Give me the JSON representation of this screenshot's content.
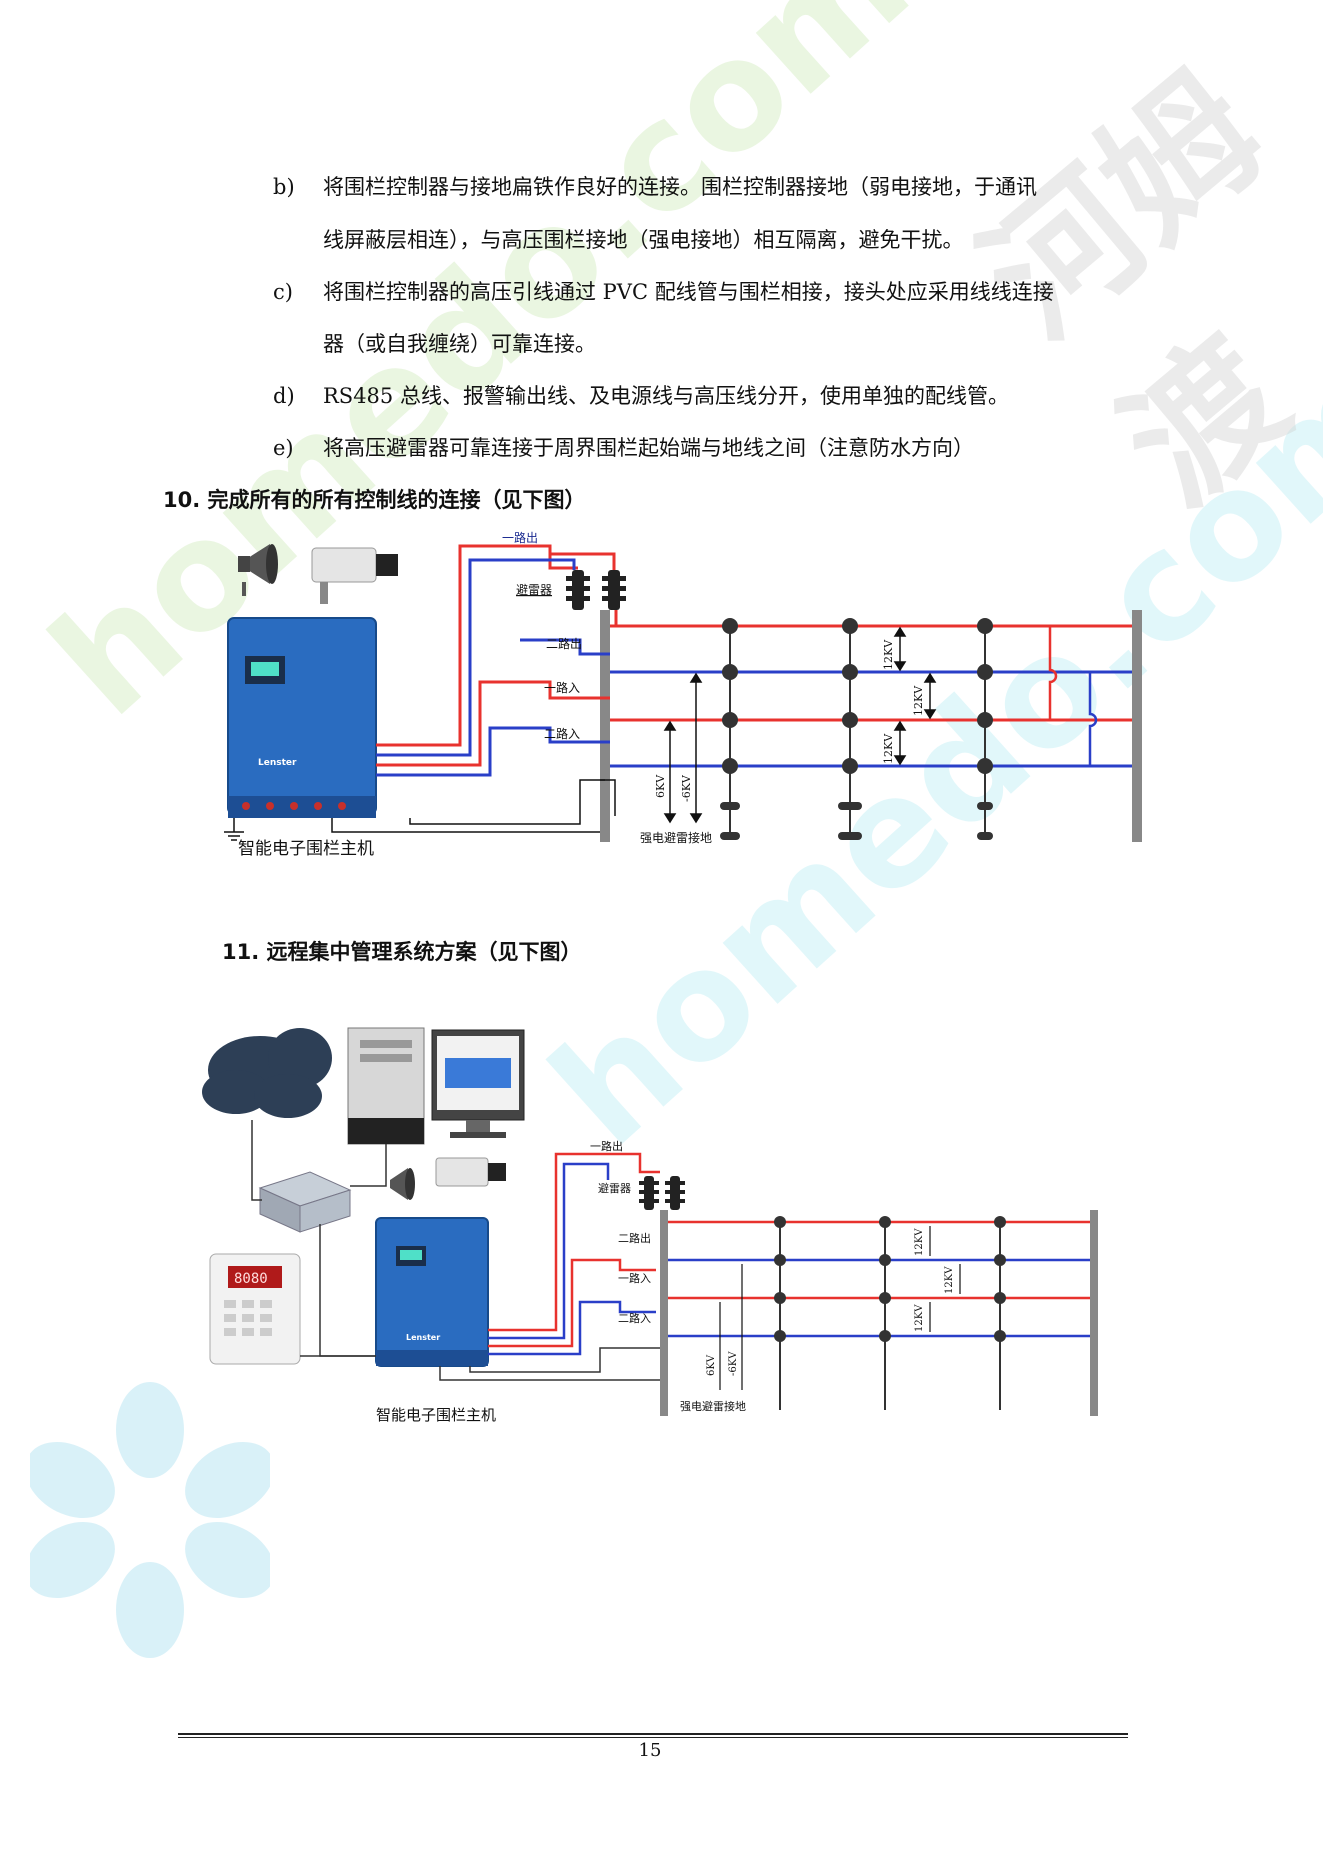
{
  "items": [
    {
      "label": "b)",
      "lines": [
        "将围栏控制器与接地扁铁作良好的连接。围栏控制器接地（弱电接地，于通讯",
        "线屏蔽层相连），与高压围栏接地（强电接地）相互隔离，避免干扰。"
      ]
    },
    {
      "label": "c)",
      "lines": [
        "将围栏控制器的高压引线通过 PVC 配线管与围栏相接，接头处应采用线线连接",
        "器（或自我缠绕）可靠连接。"
      ]
    },
    {
      "label": "d)",
      "lines": [
        "RS485 总线、报警输出线、及电源线与高压线分开，使用单独的配线管。"
      ]
    },
    {
      "label": "e)",
      "lines": [
        "将高压避雷器可靠连接于周界围栏起始端与地线之间（注意防水方向）"
      ]
    }
  ],
  "sections": [
    {
      "title": "10.  完成所有的所有控制线的连接（见下图）"
    },
    {
      "title": "11.  远程集中管理系统方案（见下图）"
    }
  ],
  "diagram": {
    "route1_out": "一路出",
    "arrester": "避雷器",
    "route2_out": "二路出",
    "route1_in": "一路入",
    "route2_in": "二路入",
    "kv12": "12KV",
    "kv6": "6KV",
    "kv6b": "-6KV",
    "ground": "强电避雷接地",
    "host": "智能电子围栏主机",
    "brand": "Lenster",
    "alarm_display": "8080"
  },
  "watermarks": [
    "homedo.com",
    "homedo.com",
    "河姆渡"
  ],
  "colors": {
    "red_wire": "#e8322e",
    "blue_wire": "#2a3fc8",
    "device_blue": "#2a6cc0"
  },
  "page_number": "15"
}
